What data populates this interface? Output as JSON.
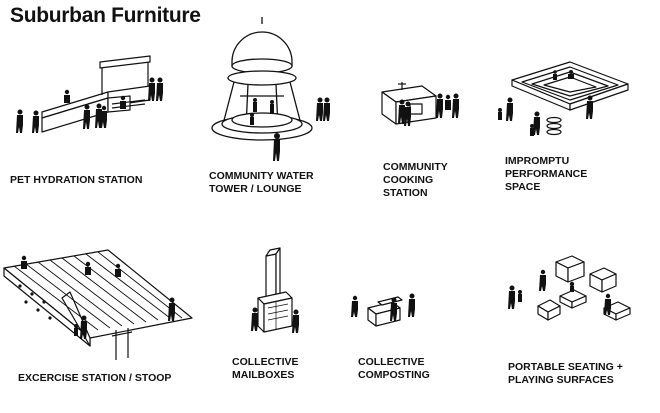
{
  "title": "Suburban Furniture",
  "items": [
    {
      "caption": "PET HYDRATION STATION"
    },
    {
      "caption": "COMMUNITY WATER\nTOWER / LOUNGE"
    },
    {
      "caption": "COMMUNITY\nCOOKING\nSTATION"
    },
    {
      "caption": "IMPROMPTU\nPERFORMANCE\nSPACE"
    },
    {
      "caption": "EXCERCISE STATION / STOOP"
    },
    {
      "caption": "COLLECTIVE\nMAILBOXES"
    },
    {
      "caption": "COLLECTIVE\nCOMPOSTING"
    },
    {
      "caption": "PORTABLE SEATING +\nPLAYING SURFACES"
    }
  ]
}
